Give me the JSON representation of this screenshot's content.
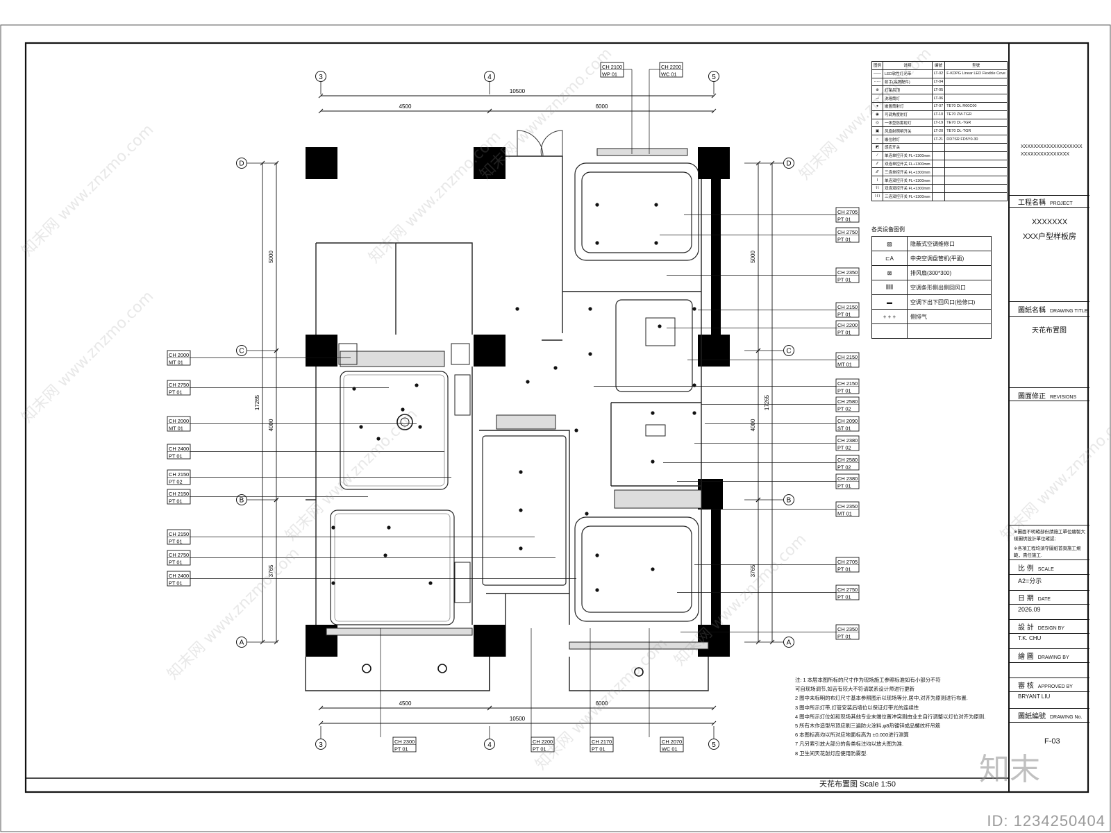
{
  "drawing": {
    "caption": "天花布置图  Scale 1:50",
    "grid_numbers": [
      "3",
      "4",
      "5"
    ],
    "grid_letters": [
      "D",
      "C",
      "B",
      "A"
    ],
    "dims_top": {
      "total": "10500",
      "left": "4500",
      "right": "6000"
    },
    "dims_bottom": {
      "total": "10500",
      "left": "4500",
      "right": "6000"
    },
    "dims_left": {
      "total": "17265",
      "top": "5000",
      "mid": "4000",
      "bot": "3765"
    },
    "dims_right": {
      "total": "17265",
      "top": "5000",
      "mid": "4000",
      "bot": "3765"
    },
    "tags_top": [
      {
        "ch": "CH 2100",
        "mat": "WP 01"
      },
      {
        "ch": "CH 2200",
        "mat": "WC 01"
      }
    ],
    "tags_bottom": [
      {
        "ch": "CH 2300",
        "mat": "PT 01"
      },
      {
        "ch": "CH 2200",
        "mat": "PT 01"
      },
      {
        "ch": "CH 2170",
        "mat": "PT 01"
      },
      {
        "ch": "CH 2070",
        "mat": "WC 01"
      }
    ],
    "tags_left": [
      {
        "ch": "CH 2000",
        "mat": "MT 01"
      },
      {
        "ch": "CH 2750",
        "mat": "PT 01"
      },
      {
        "ch": "CH 2000",
        "mat": "MT 01"
      },
      {
        "ch": "CH 2400",
        "mat": "PT 01"
      },
      {
        "ch": "CH 2150",
        "mat": "PT 02"
      },
      {
        "ch": "CH 2150",
        "mat": "PT 01"
      },
      {
        "ch": "CH 2150",
        "mat": "PT 01"
      },
      {
        "ch": "CH 2750",
        "mat": "PT 01"
      },
      {
        "ch": "CH 2400",
        "mat": "PT 01"
      }
    ],
    "tags_right": [
      {
        "ch": "CH 2705",
        "mat": "PT 01"
      },
      {
        "ch": "CH 2750",
        "mat": "PT 01"
      },
      {
        "ch": "CH 2350",
        "mat": "PT 01"
      },
      {
        "ch": "CH 2150",
        "mat": "PT 01"
      },
      {
        "ch": "CH 2200",
        "mat": "PT 01"
      },
      {
        "ch": "CH 2150",
        "mat": "MT 01"
      },
      {
        "ch": "CH 2150",
        "mat": "PT 01"
      },
      {
        "ch": "CH 2580",
        "mat": "PT 02"
      },
      {
        "ch": "CH 2090",
        "mat": "ST 01"
      },
      {
        "ch": "CH 2380",
        "mat": "PT 02"
      },
      {
        "ch": "CH 2580",
        "mat": "PT 02"
      },
      {
        "ch": "CH 2380",
        "mat": "PT 01"
      },
      {
        "ch": "CH 2350",
        "mat": "MT 01"
      },
      {
        "ch": "CH 2705",
        "mat": "PT 01"
      },
      {
        "ch": "CH 2750",
        "mat": "PT 01"
      },
      {
        "ch": "CH 2350",
        "mat": "PT 01"
      }
    ]
  },
  "lighting_legend": {
    "headers": [
      "图例",
      "说明",
      "编號",
      "型號"
    ],
    "rows": [
      {
        "desc": "LED软性灯光带",
        "code": "LT-02",
        "model": "F-KDPG Linear LED Flexible Cove"
      },
      {
        "desc": "射手(品牌配件)",
        "code": "LT-04",
        "model": ""
      },
      {
        "desc": "灯架吊顶",
        "code": "LT-05",
        "model": ""
      },
      {
        "desc": "洗墙筒灯",
        "code": "LT-06",
        "model": ""
      },
      {
        "desc": "嵌置筒射灯",
        "code": "LT-07",
        "model": "TE70 DL R00C00"
      },
      {
        "desc": "可调角度射灯",
        "code": "LT-10",
        "model": "TE70 ZM-TGR"
      },
      {
        "desc": "一体型防雾射灯",
        "code": "LT-19",
        "model": "TE70 DL-TGR"
      },
      {
        "desc": "风扇射照明开关",
        "code": "LT-20",
        "model": "TE70 DL-TGR"
      },
      {
        "desc": "嵌位射灯",
        "code": "LT-21",
        "model": "DD7SR FD5Y0-30"
      },
      {
        "desc": "感应开关",
        "code": "",
        "model": ""
      },
      {
        "desc": "单连单控开关 FL+1300mm",
        "code": "",
        "model": ""
      },
      {
        "desc": "双连单控开关 FL+1300mm",
        "code": "",
        "model": ""
      },
      {
        "desc": "三连单控开关 FL+1300mm",
        "code": "",
        "model": ""
      },
      {
        "desc": "单连双控开关 FL+1300mm",
        "code": "",
        "model": ""
      },
      {
        "desc": "双连双控开关 FL+1300mm",
        "code": "",
        "model": ""
      },
      {
        "desc": "三连双控开关 FL+1300mm",
        "code": "",
        "model": ""
      }
    ]
  },
  "equipment_legend": {
    "title": "各类设备图例",
    "rows": [
      {
        "icon": "access-panel",
        "desc": "隐蔽式空调维修口"
      },
      {
        "icon": "ac-unit",
        "desc": "中央空调盘管机(平面)"
      },
      {
        "icon": "exhaust-fan",
        "desc": "排风扇(300*300)"
      },
      {
        "icon": "linear-grille",
        "desc": "空调条形侧出侧回风口"
      },
      {
        "icon": "return-grille",
        "desc": "空调下出下回风口(检修口)"
      },
      {
        "icon": "side-vent",
        "desc": "侧排气"
      }
    ]
  },
  "title_block": {
    "company": "XXXXXXXXXXXXXXXXXXXXXXXXXXXXXXXXXX",
    "project_label": "工程名稱",
    "project_label_en": "PROJECT",
    "project_line1": "XXXXXXX",
    "project_line2": "XXX户型样板房",
    "drawing_title_label": "圖紙名稱",
    "drawing_title_label_en": "DRAWING TITLE",
    "drawing_title": "天花布置图",
    "revisions_label": "圖面修正",
    "revisions_label_en": "REVISIONS",
    "note1": "※圖面不明確部份請施工單位繪製大樣圖供設計單位確認;",
    "note2": "※各項工程均須守圖紙首頁施工規範，責任施工.",
    "scale_label": "比    例",
    "scale_label_en": "SCALE",
    "scale_value": "A2=分示",
    "date_label": "日    期",
    "date_label_en": "DATE",
    "date_value": "2026.09",
    "design_label": "設    計",
    "design_label_en": "DESIGN BY",
    "design_value": "T.K. CHU",
    "drawn_label": "繪    圖",
    "drawn_label_en": "DRAWING BY",
    "drawn_value": "",
    "approved_label": "審    核",
    "approved_label_en": "APPROVED BY",
    "approved_value": "BRYANT LIU",
    "drawing_no_label": "圖紙編號",
    "drawing_no_label_en": "DRAWING No.",
    "drawing_no_value": "F-03"
  },
  "notes": {
    "prefix": "注:",
    "lines": [
      "1 本层本图所标的尺寸作为现场施工参照标准如有小部分不符",
      "   可自现场调节,如吉有较大不符请联系设计师进行更新",
      "2 图中未标明的布灯尺寸基本参照图示以现场等分,居中,对齐为原则进行布置.",
      "3 图中所示灯带,灯管安装后墙位以保证灯带光的连续性",
      "4 图中所示灯位如和现场其他专业末端位置冲突则由业主自行调整以灯位对齐为原则.",
      "5 所有木作造型吊顶应刷三遍防火涂料,φ8热镀锌成品螺纹杆吊筋",
      "6 本图标高均以所对应地面标高为 ±0.000进行测算",
      "7 凡另索引放大部分的各类标注均以放大图为准.",
      "8 卫生间天花射灯应使用防雾型."
    ]
  },
  "watermark": {
    "site": "www.znzmo.com",
    "brand": "知末网",
    "logo": "知末",
    "id": "ID: 1234250404"
  }
}
